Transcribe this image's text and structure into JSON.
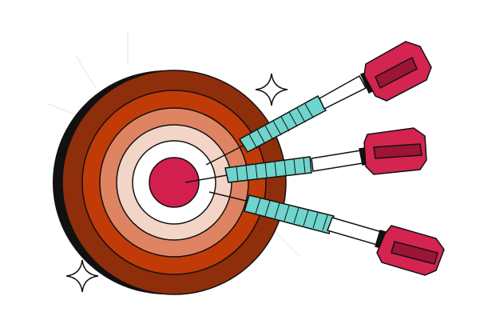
{
  "illustration": {
    "subject": "darts-hitting-target",
    "icons": [
      "target-icon",
      "dart-icon",
      "sparkle-icon"
    ],
    "colors": {
      "outline": "#111111",
      "ring_outer": "#8f2e0b",
      "ring_2": "#c03b08",
      "ring_3": "#de8462",
      "ring_4": "#f3d5c7",
      "ring_5": "#ffffff",
      "bullseye": "#d21f4d",
      "dart_grip": "#6fd4cc",
      "dart_flight": "#d42450",
      "dart_flight_dark": "#9c1436",
      "shadow": "#111111",
      "sparkle": "#ffffff"
    },
    "dart_count": 3,
    "sparkle_count": 2
  }
}
